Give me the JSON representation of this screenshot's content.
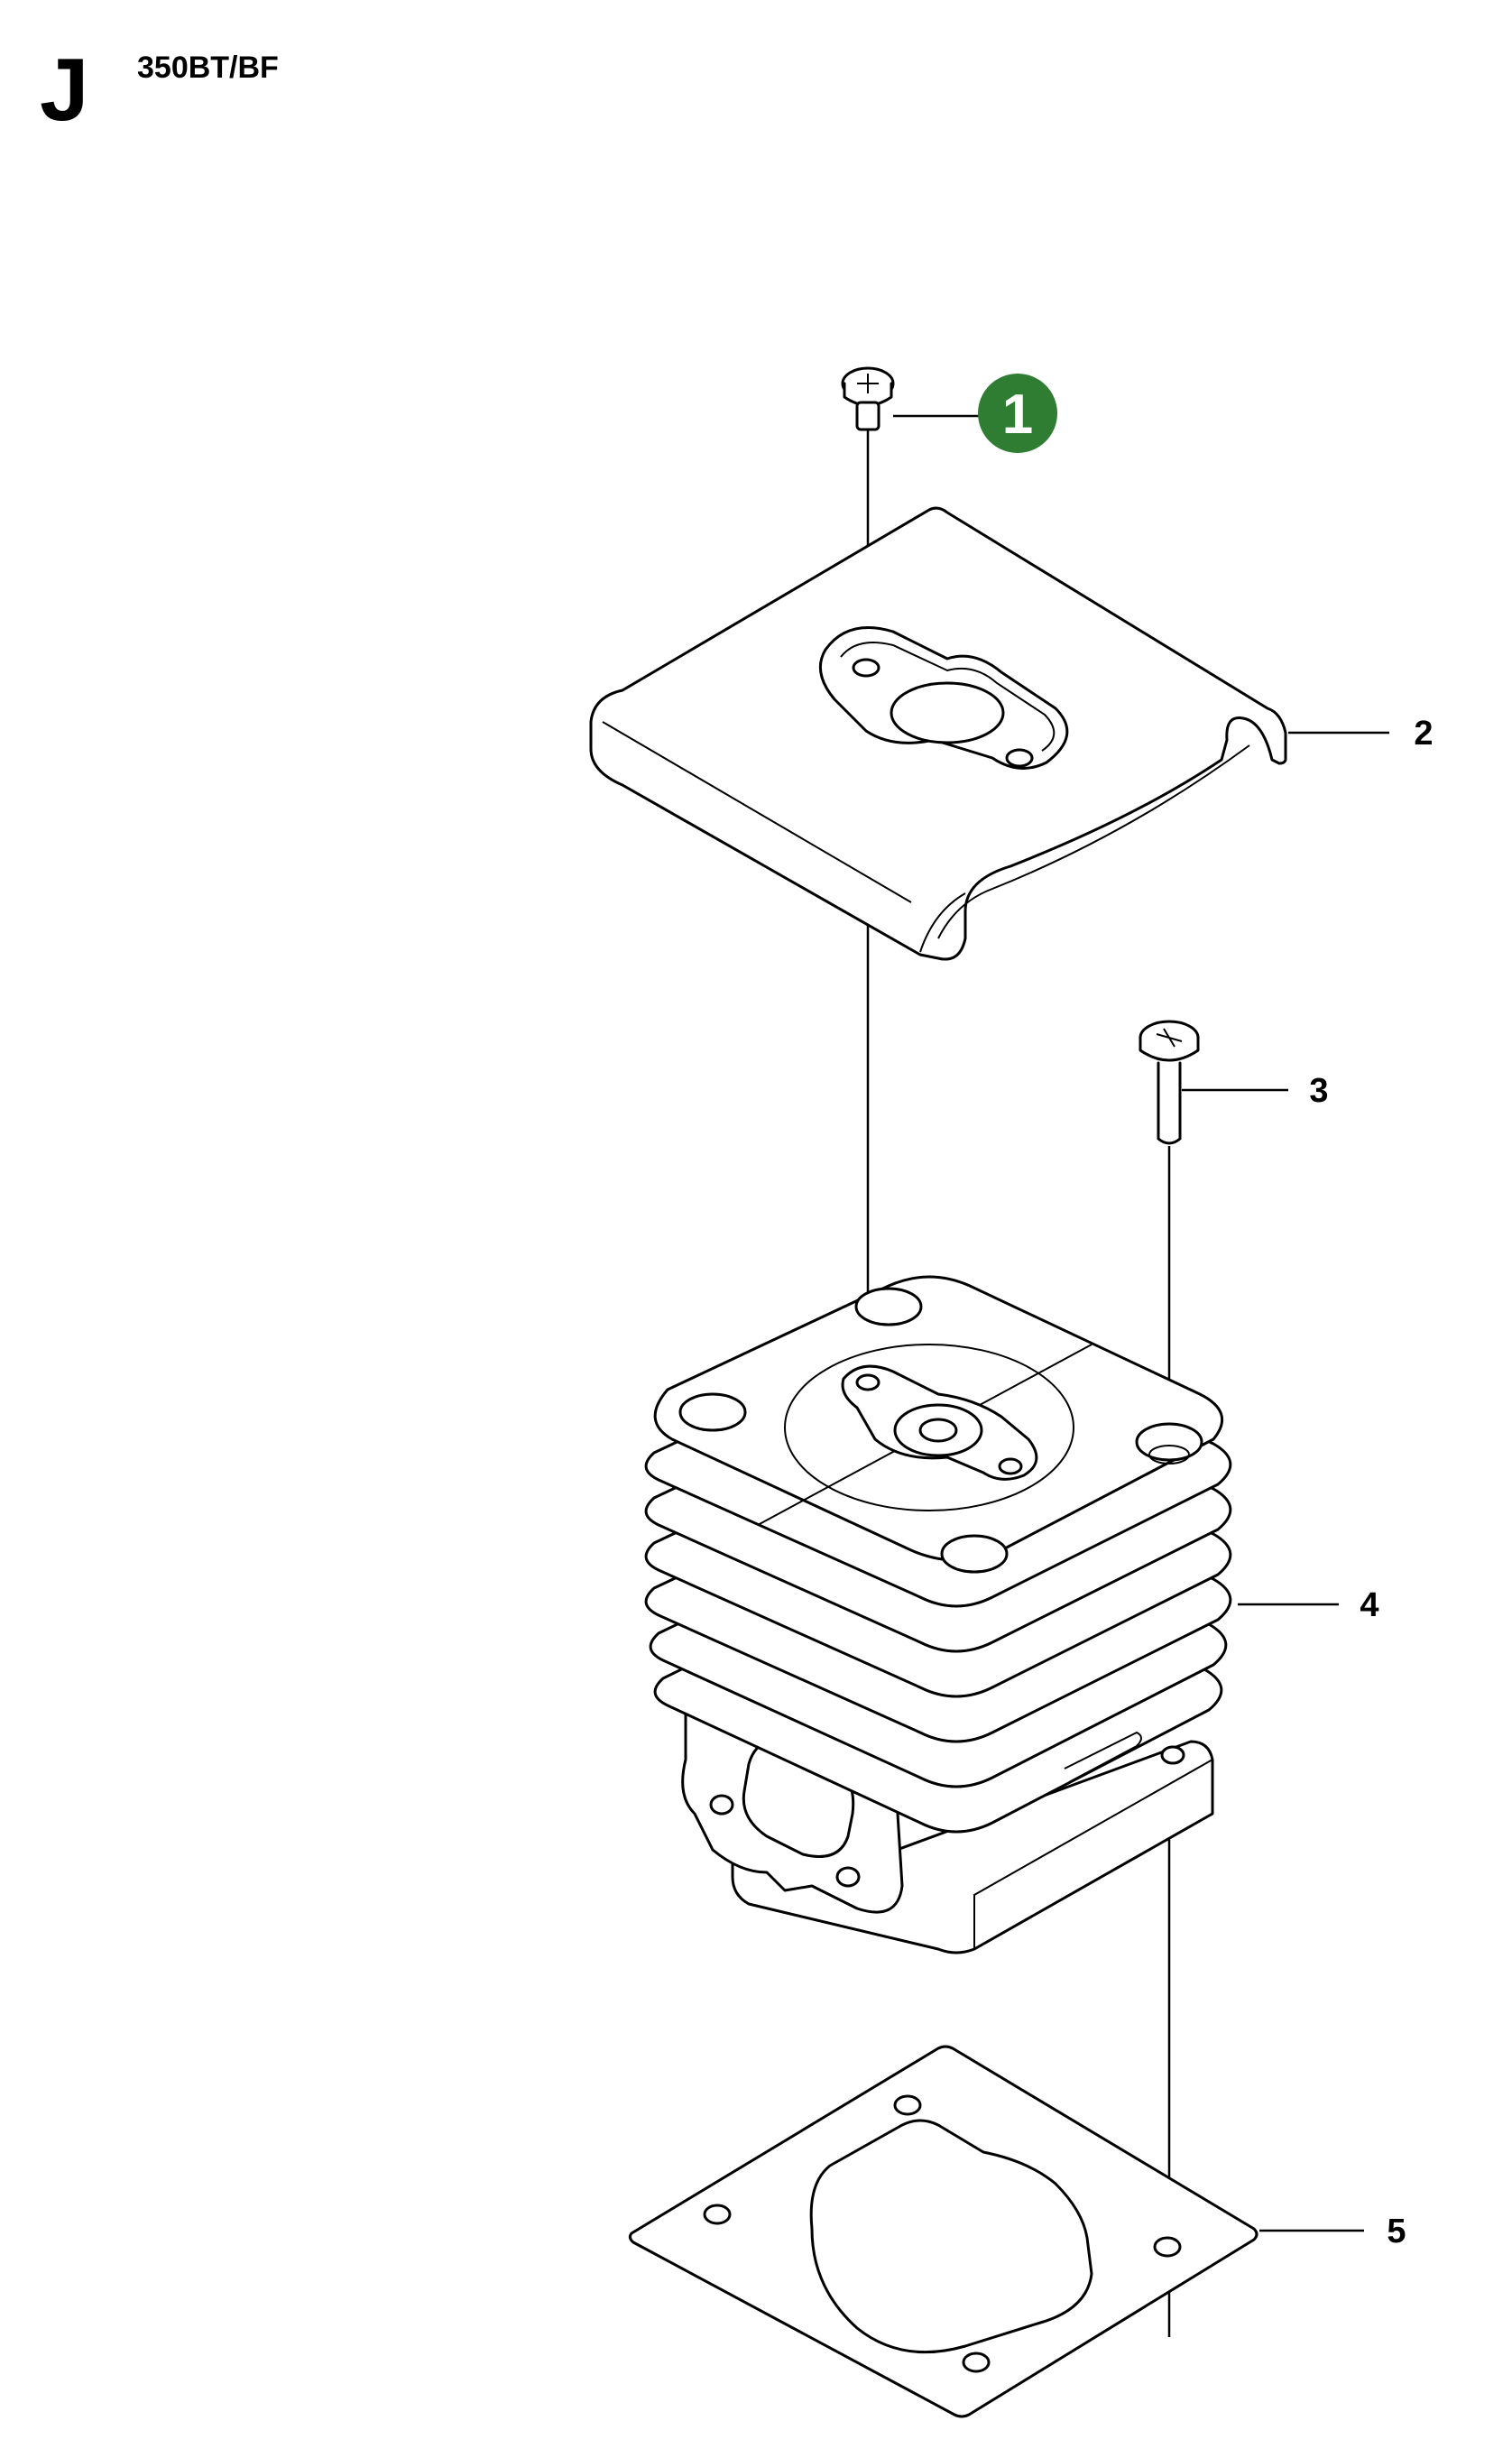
{
  "header": {
    "section_letter": "J",
    "model": "350BT/BF"
  },
  "callouts": {
    "highlighted": "1",
    "c2": "2",
    "c3": "3",
    "c4": "4",
    "c5": "5"
  },
  "colors": {
    "badge_fill": "#2e7d32",
    "badge_text": "#ffffff",
    "line": "#000000"
  }
}
